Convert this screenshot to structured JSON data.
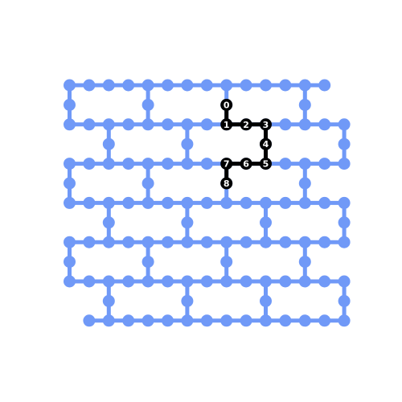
{
  "colors": {
    "lattice": "#7099f7",
    "path": "#000000",
    "label": "#ffffff"
  },
  "path": {
    "labels": [
      "0",
      "1",
      "2",
      "3",
      "4",
      "5",
      "6",
      "7",
      "8"
    ]
  }
}
